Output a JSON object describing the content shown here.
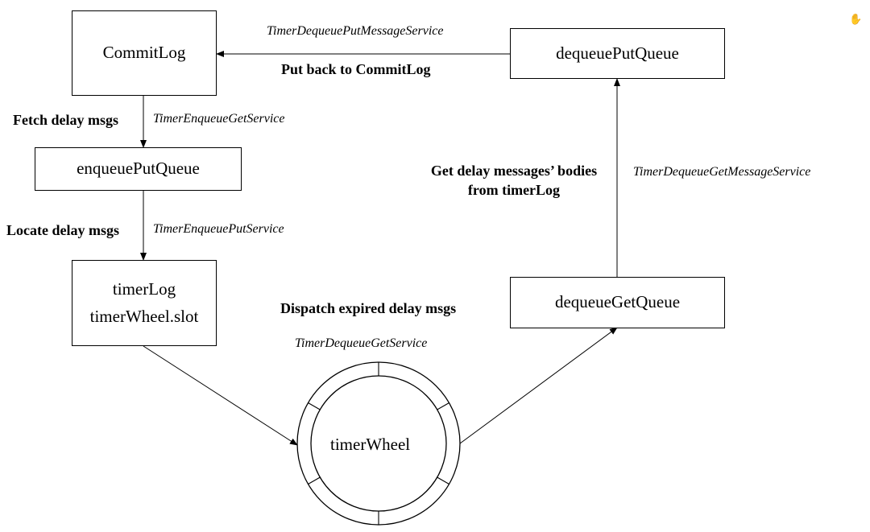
{
  "nodes": {
    "commitlog": "CommitLog",
    "enqueue_put_queue": "enqueuePutQueue",
    "timerlog_line1": "timerLog",
    "timerlog_line2": "timerWheel.slot",
    "timer_wheel": "timerWheel",
    "dequeue_get_queue": "dequeueGetQueue",
    "dequeue_put_queue": "dequeuePutQueue"
  },
  "edges": {
    "fetch": {
      "action": "Fetch delay msgs",
      "service": "TimerEnqueueGetService"
    },
    "locate": {
      "action": "Locate delay msgs",
      "service": "TimerEnqueuePutService"
    },
    "dispatch": {
      "action": "Dispatch expired delay msgs",
      "service": "TimerDequeueGetService"
    },
    "get_bodies": {
      "action_line1": "Get delay messages’ bodies",
      "action_line2": "from timerLog",
      "service": "TimerDequeueGetMessageService"
    },
    "put_back": {
      "action": "Put back to CommitLog",
      "service": "TimerDequeuePutMessageService"
    }
  },
  "icons": {
    "corner": "hand-pointer-icon"
  },
  "colors": {
    "stroke": "#000000",
    "background": "#ffffff"
  }
}
